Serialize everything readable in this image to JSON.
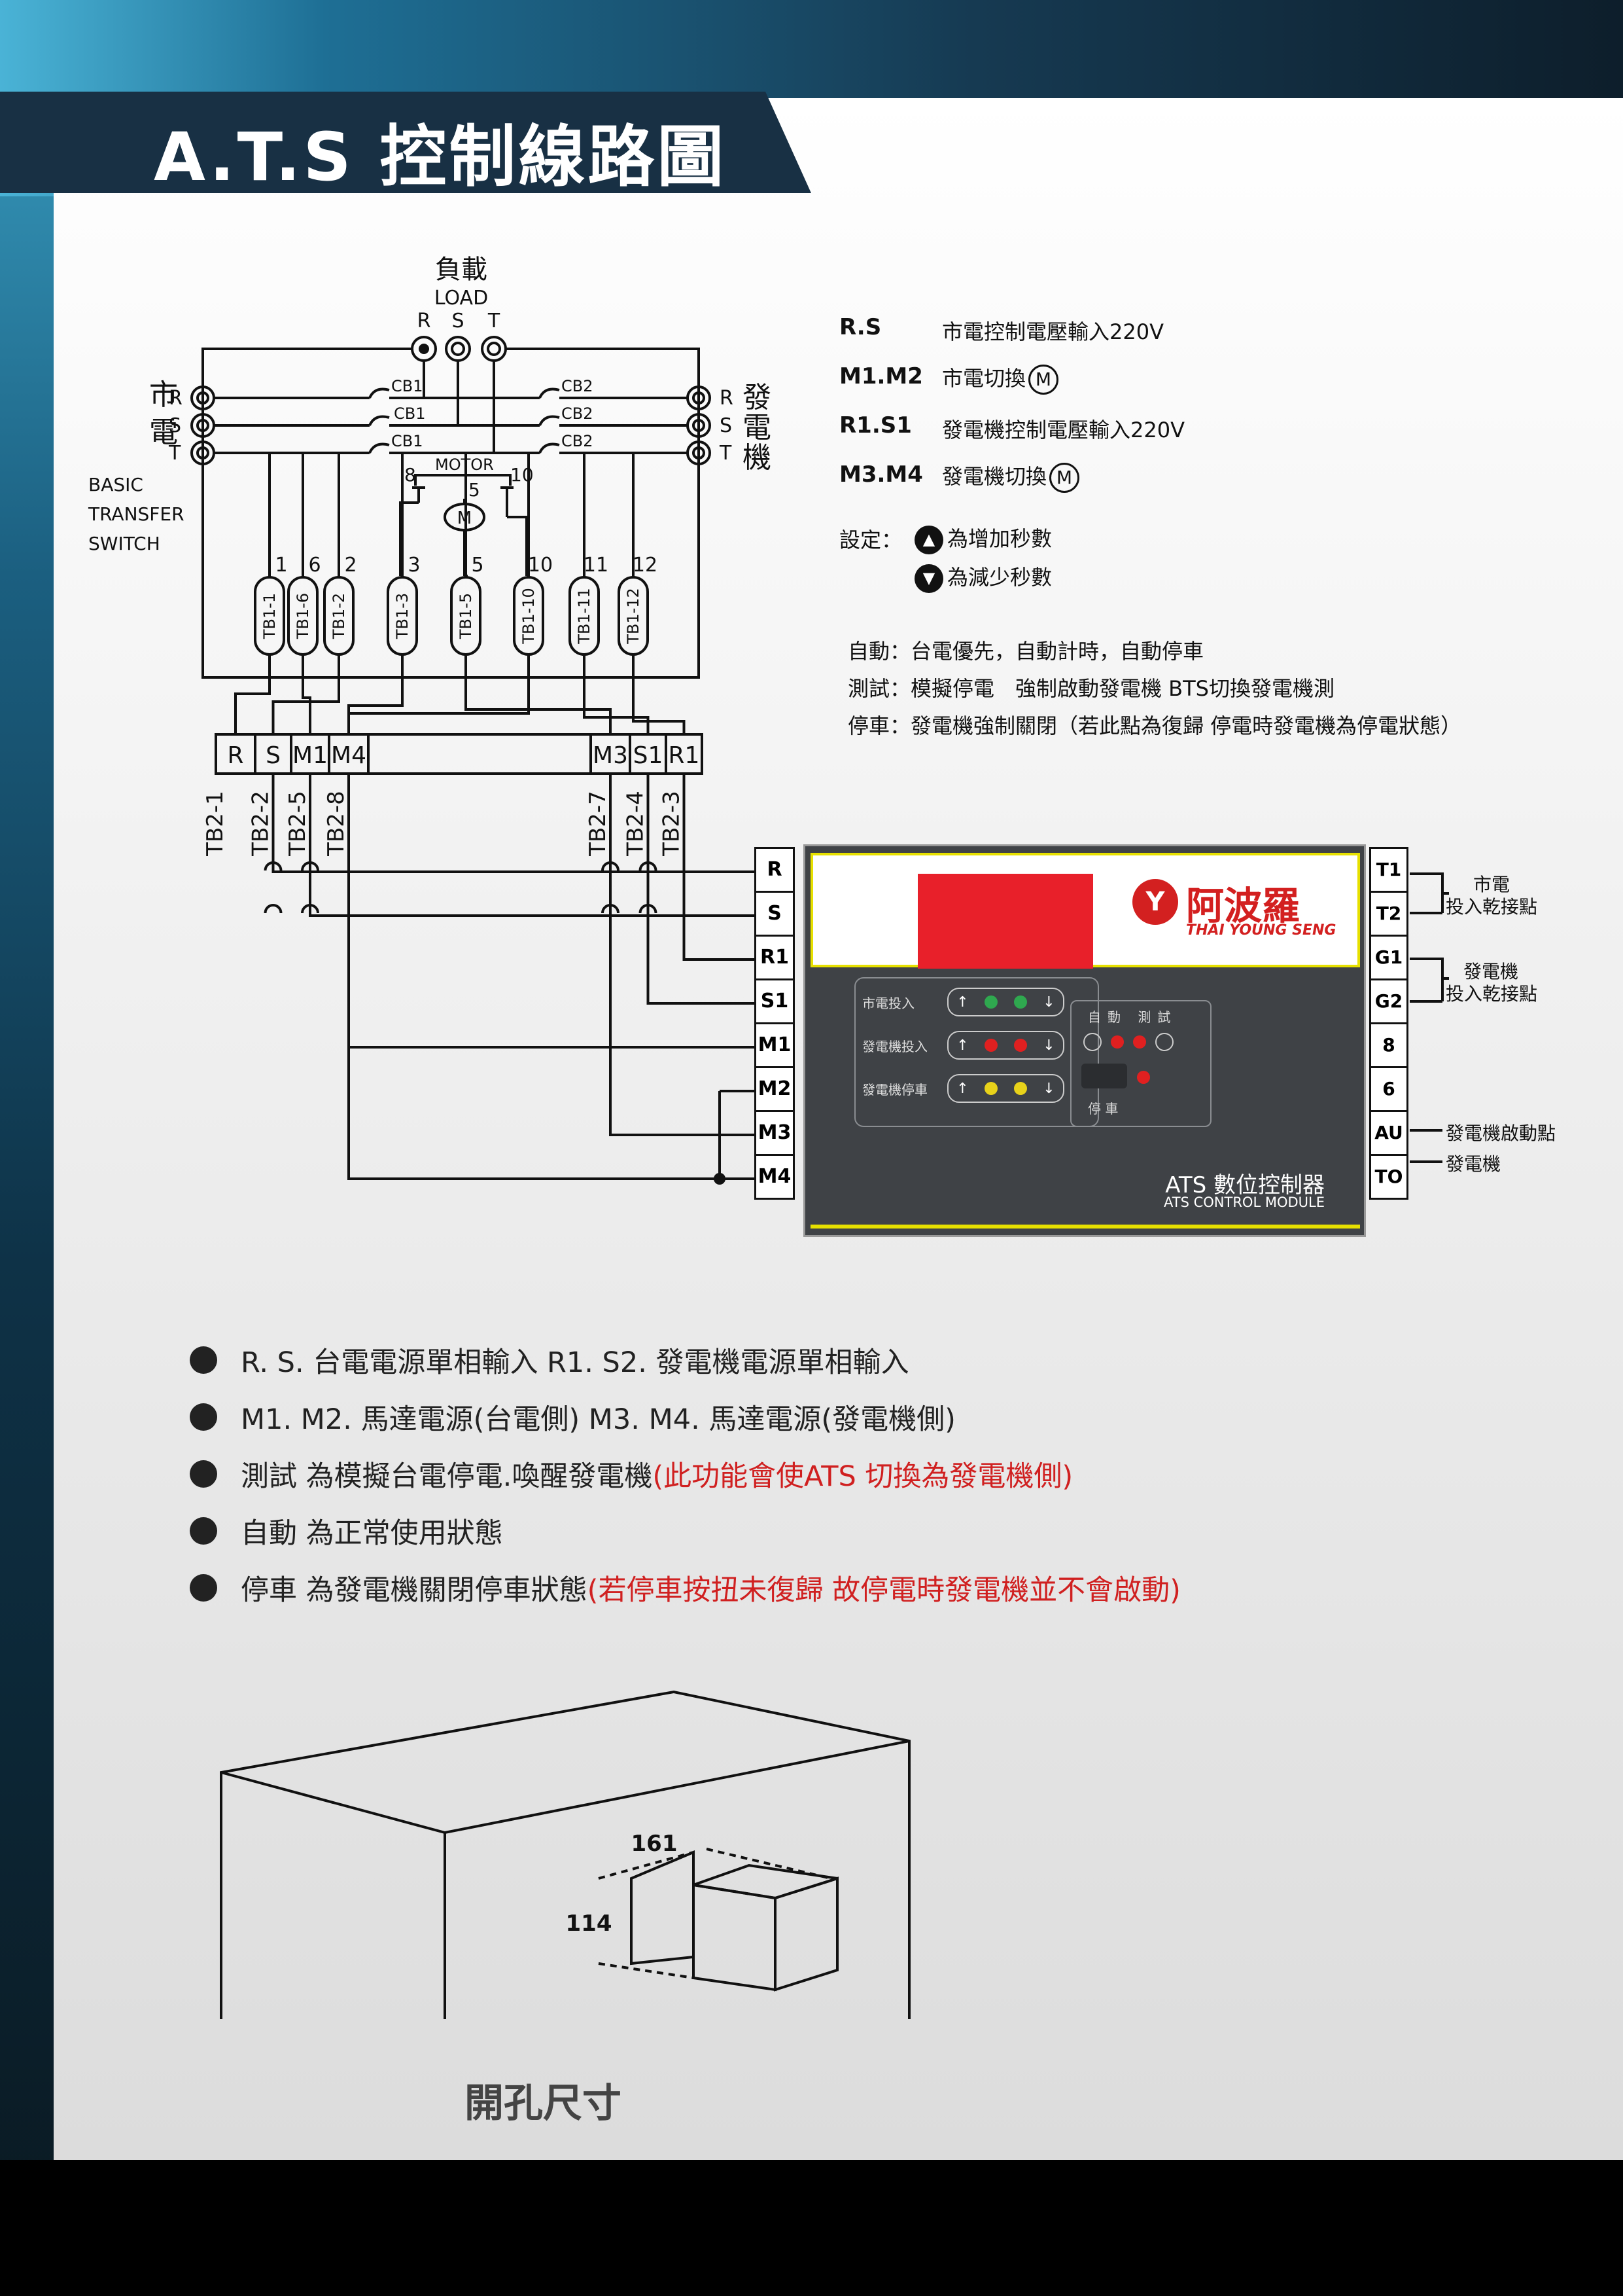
{
  "title": "A.T.S 控制線路圖",
  "load": {
    "zh": "負載",
    "en": "LOAD",
    "phases": [
      "R",
      "S",
      "T"
    ]
  },
  "mains_label": [
    "市",
    "電"
  ],
  "gen_label": [
    "發",
    "電",
    "機"
  ],
  "phase_letters": [
    "R",
    "S",
    "T"
  ],
  "breakers": {
    "left": [
      "CB1",
      "CB1",
      "CB1"
    ],
    "right": [
      "CB2",
      "CB2",
      "CB2"
    ]
  },
  "transfer_switch": [
    "BASIC",
    "TRANSFER",
    "SWITCH"
  ],
  "motor": {
    "label": "MOTOR",
    "symbol": "M",
    "pins": [
      "8",
      "5",
      "10"
    ]
  },
  "tb1": {
    "numbers": [
      "1",
      "6",
      "2",
      "3",
      "5",
      "10",
      "11",
      "12"
    ],
    "labels": [
      "TB1-1",
      "TB1-6",
      "TB1-2",
      "TB1-3",
      "TB1-5",
      "TB1-10",
      "TB1-11",
      "TB1-12"
    ]
  },
  "terminal_strip": [
    "R",
    "S",
    "M1",
    "M4",
    "M3",
    "S1",
    "R1"
  ],
  "tb2": [
    "TB2-1",
    "TB2-2",
    "TB2-5",
    "TB2-8",
    "TB2-7",
    "TB2-4",
    "TB2-3"
  ],
  "controller_left_terminals": [
    "R",
    "S",
    "R1",
    "S1",
    "M1",
    "M2",
    "M3",
    "M4"
  ],
  "controller_right_terminals": [
    "T1",
    "T2",
    "G1",
    "G2",
    "8",
    "6",
    "AU",
    "TO"
  ],
  "right_annotations": {
    "mains_dry": [
      "市電",
      "投入乾接點"
    ],
    "gen_dry": [
      "發電機",
      "投入乾接點"
    ],
    "gen_start": "發電機啟動點",
    "gen": "發電機"
  },
  "controller": {
    "brand_zh": "阿波羅",
    "brand_en": "THAI YOUNG SENG",
    "rows": [
      "市電投入",
      "發電機投入",
      "發電機停車"
    ],
    "mode_labels": [
      "自",
      "動",
      "測",
      "試"
    ],
    "stop_label": "停 車",
    "name_zh": "ATS 數位控制器",
    "name_en": "ATS CONTROL MODULE",
    "led_colors": {
      "green": "#2fa84f",
      "red": "#e02020",
      "yellow": "#e8d21a"
    }
  },
  "legend": [
    {
      "key": "R.S",
      "desc": "市電控制電壓輸入220V"
    },
    {
      "key": "M1.M2",
      "desc": "市電切換",
      "badge": "M"
    },
    {
      "key": "R1.S1",
      "desc": "發電機控制電壓輸入220V"
    },
    {
      "key": "M3.M4",
      "desc": "發電機切換",
      "badge": "M"
    }
  ],
  "settings": {
    "label": "設定：",
    "up_text": "為增加秒數",
    "down_text": "為減少秒數",
    "up_icon": "up-triangle-icon",
    "down_icon": "down-triangle-icon"
  },
  "modes": [
    "自動：台電優先，自動計時，自動停車",
    "測試：模擬停電　強制啟動發電機 BTS切換發電機測",
    "停車：發電機強制關閉（若此點為復歸 停電時發電機為停電狀態）"
  ],
  "bullets": [
    {
      "text": "R. S. 台電電源單相輸入 R1. S2. 發電機電源單相輸入",
      "red": ""
    },
    {
      "text": "M1. M2. 馬達電源(台電側) M3. M4. 馬達電源(發電機側)",
      "red": ""
    },
    {
      "text": "測試 為模擬台電停電.喚醒發電機",
      "red": "(此功能會使ATS 切換為發電機側)"
    },
    {
      "text": "自動 為正常使用狀態",
      "red": ""
    },
    {
      "text": "停車 為發電機關閉停車狀態",
      "red": "(若停車按扭未復歸 故停電時發電機並不會啟動)"
    }
  ],
  "cutout": {
    "width": "161",
    "height": "114",
    "caption": "開孔尺寸"
  },
  "colors": {
    "band": "#183044",
    "accent_red": "#d02020",
    "controller_body": "#3f4246"
  }
}
